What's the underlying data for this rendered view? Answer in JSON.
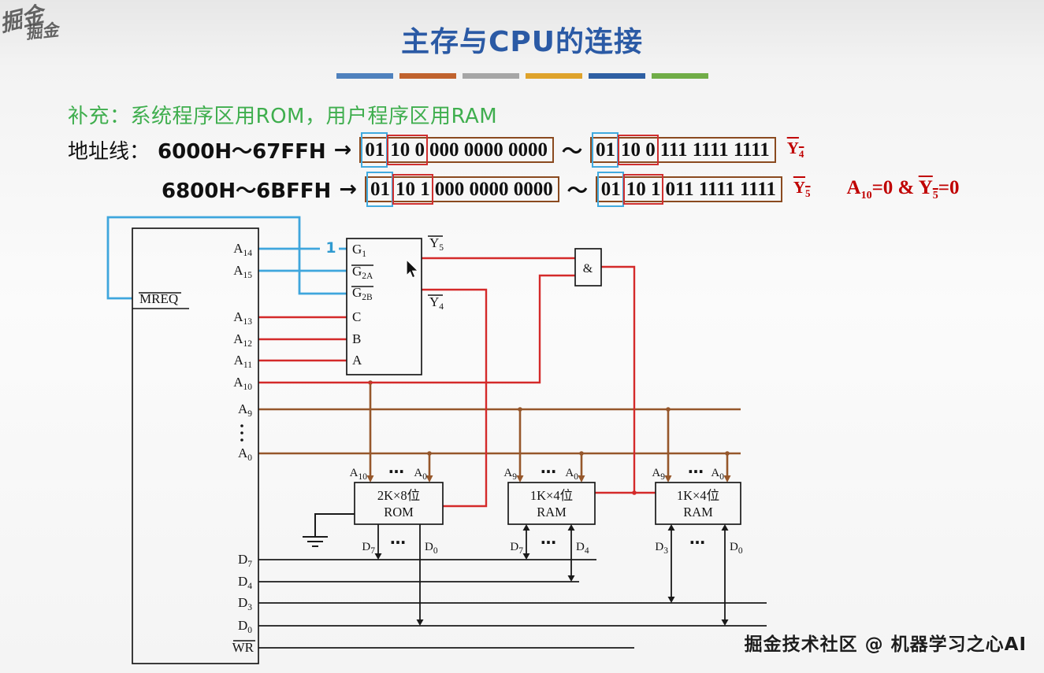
{
  "title": "主存与CPU的连接",
  "bars": [
    "#4f81bd",
    "#c0622d",
    "#a6a6a6",
    "#dfa32b",
    "#2e5fa3",
    "#70ad47"
  ],
  "note": "补充：系统程序区用ROM，用户程序区用RAM",
  "addr_label": "地址线：",
  "rows": [
    {
      "range": "6000H～67FFH",
      "arrow": "→",
      "start": {
        "blue": "01",
        "red": "10 0",
        "brown": "000 0000 0000"
      },
      "tilde": "～",
      "end": {
        "blue": "01",
        "red": "10 0",
        "brown": "111 1111 1111"
      },
      "signal": {
        "main": "Y",
        "sub": "4"
      }
    },
    {
      "range": "6800H～6BFFH",
      "arrow": "→",
      "start": {
        "blue": "01",
        "red": "10 1",
        "brown": "000 0000 0000"
      },
      "tilde": "～",
      "end": {
        "blue": "01",
        "red": "10 1",
        "brown": "011 1111 1111"
      },
      "signal": {
        "main": "Y",
        "sub": "5"
      }
    }
  ],
  "condition": {
    "a_main": "A",
    "a_sub": "10",
    "mid": "=0 & ",
    "y_main": "Y",
    "y_sub": "5",
    "tail": "=0"
  },
  "circuit": {
    "cpu": {
      "mreq": "MREQ",
      "wr": "WR",
      "pins": [
        {
          "main": "A",
          "sub": "14"
        },
        {
          "main": "A",
          "sub": "15"
        },
        {
          "main": "A",
          "sub": "13"
        },
        {
          "main": "A",
          "sub": "12"
        },
        {
          "main": "A",
          "sub": "11"
        },
        {
          "main": "A",
          "sub": "10"
        },
        {
          "main": "A",
          "sub": "9"
        },
        {
          "main": "A",
          "sub": "0"
        }
      ],
      "data": [
        {
          "main": "D",
          "sub": "7"
        },
        {
          "main": "D",
          "sub": "4"
        },
        {
          "main": "D",
          "sub": "3"
        },
        {
          "main": "D",
          "sub": "0"
        }
      ]
    },
    "decoder": {
      "logic_one": "1",
      "g1": {
        "main": "G",
        "sub": "1"
      },
      "g2a": {
        "main": "G",
        "sub": "2A"
      },
      "g2b": {
        "main": "G",
        "sub": "2B"
      },
      "c": "C",
      "b": "B",
      "a": "A",
      "y5": {
        "main": "Y",
        "sub": "5"
      },
      "y4": {
        "main": "Y",
        "sub": "4"
      }
    },
    "and_gate": "&",
    "chips": [
      {
        "title1": "2K×8位",
        "title2": "ROM",
        "dots": "…",
        "a_left": {
          "main": "A",
          "sub": "10"
        },
        "a_right": {
          "main": "A",
          "sub": "0"
        },
        "d_left": {
          "main": "D",
          "sub": "7"
        },
        "d_right": {
          "main": "D",
          "sub": "0"
        }
      },
      {
        "title1": "1K×4位",
        "title2": "RAM",
        "dots": "…",
        "a_left": {
          "main": "A",
          "sub": "9"
        },
        "a_right": {
          "main": "A",
          "sub": "0"
        },
        "d_left": {
          "main": "D",
          "sub": "7"
        },
        "d_right": {
          "main": "D",
          "sub": "4"
        }
      },
      {
        "title1": "1K×4位",
        "title2": "RAM",
        "dots": "…",
        "a_left": {
          "main": "A",
          "sub": "9"
        },
        "a_right": {
          "main": "A",
          "sub": "0"
        },
        "d_left": {
          "main": "D",
          "sub": "3"
        },
        "d_right": {
          "main": "D",
          "sub": "0"
        }
      }
    ]
  },
  "watermark": "掘金技术社区 @ 机器学习之心AI",
  "corner_mark": "掘金",
  "colors": {
    "title_blue": "#2b5aa5",
    "note_green": "#3fae4e",
    "wire_blue": "#3fa6dd",
    "wire_red": "#d42a2a",
    "wire_brown": "#96572b",
    "accent_red": "#c00000",
    "box_blue": "#41aadf",
    "box_red": "#d03030",
    "box_brown": "#8a4a1f"
  }
}
